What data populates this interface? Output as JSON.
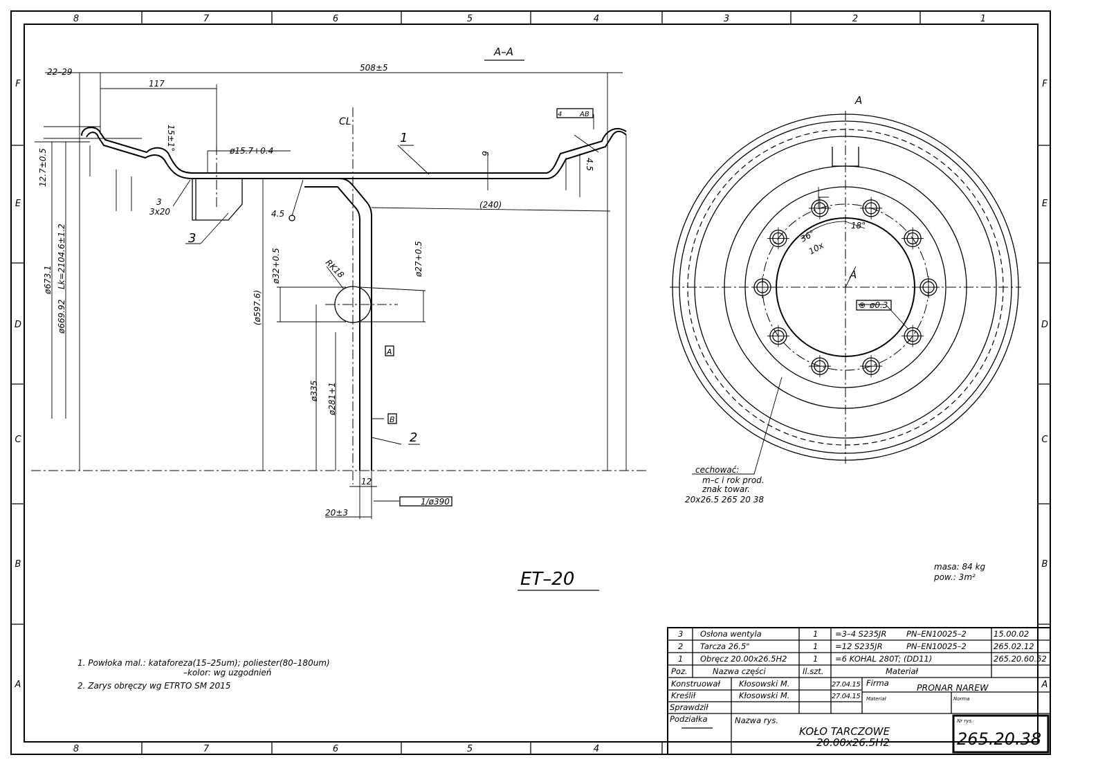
{
  "zones": {
    "columns": [
      "8",
      "7",
      "6",
      "5",
      "4",
      "3",
      "2",
      "1"
    ],
    "bottom_columns": [
      "8",
      "7",
      "6",
      "5",
      "4"
    ],
    "rows": [
      "F",
      "E",
      "D",
      "C",
      "B",
      "A"
    ]
  },
  "section_view": {
    "title": "A–A",
    "centerline_label": "CL",
    "dims": {
      "d22_29": "22–29",
      "d508": "508±5",
      "d117": "117",
      "d15": "15±1°",
      "d157": "ø15.7+0.4",
      "d6": "6",
      "d45a": "4.5",
      "d240": "(240)",
      "d127": "12.7±0.5",
      "d6731": "ø673.1",
      "dLk": "Lk=2104.6±1.2",
      "d66992": "ø669.92",
      "d5976": "(ø597.6)",
      "d32": "ø32+0.5",
      "d27": "ø27+0.5",
      "rk18": "RK18",
      "d335": "ø335",
      "d281": "ø281+1",
      "d12": "12",
      "d20": "20±3",
      "weld1": "3",
      "weld1b": "3x20",
      "weld2": "4.5",
      "tol_flat": "4",
      "tol_flat_ref": "AB",
      "tol_runout": "1/ø390",
      "datum_a": "A",
      "datum_b": "B"
    },
    "callouts": [
      "1",
      "2",
      "3"
    ]
  },
  "front_view": {
    "section_mark": "A",
    "angle_36": "36°",
    "count_10x": "10x",
    "angle_18": "18°",
    "position_tol": "ø0.3",
    "marking_title": "cechować:",
    "marking_lines": [
      "m–c i rok prod.",
      "znak towar.",
      "20x26.5 265 20 38"
    ]
  },
  "et_label": "ET–20",
  "mass": {
    "line1": "masa:  84 kg",
    "line2": "pow.:  3m²"
  },
  "notes": [
    "1. Powłoka mal.: kataforeza(15–25um); poliester(80–180um)",
    "–kolor: wg uzgodnień",
    "2. Zarys obręczy wg ETRTO SM 2015"
  ],
  "parts_list": [
    {
      "poz": "3",
      "name": "Osłona wentyla",
      "qty": "1",
      "material": "=3–4 S235JR",
      "standard": "PN–EN10025–2",
      "norm": "15.00.02"
    },
    {
      "poz": "2",
      "name": "Tarcza 26.5\"",
      "qty": "1",
      "material": "=12 S235JR",
      "standard": "PN–EN10025–2",
      "norm": "265.02.12"
    },
    {
      "poz": "1",
      "name": "Obręcz 20.00x26.5H2",
      "qty": "1",
      "material": "=6 KOHAL 280T; (DD11)",
      "standard": "",
      "norm": "265.20.60.52"
    }
  ],
  "parts_header": {
    "poz": "Poz.",
    "name": "Nazwa części",
    "qty": "Il.szt.",
    "material": "Materiał"
  },
  "title_block": {
    "designed_label": "Konstruował",
    "designed_by": "Kłosowski M.",
    "designed_date": "27.04.15",
    "drawn_label": "Kreślił",
    "drawn_by": "Kłosowski M.",
    "drawn_date": "27.04.15",
    "checked_label": "Sprawdził",
    "scale_label": "Podziałka",
    "company_label": "Firma",
    "company": "PRONAR NAREW",
    "material_label": "Materiał",
    "norm_label": "Norma",
    "drawing_name_label": "Nazwa rys.",
    "drawing_name_1": "KOŁO TARCZOWE",
    "drawing_name_2": "20.00x26.5H2",
    "drawing_no_label": "Nr rys.",
    "drawing_no": "265.20.38"
  }
}
